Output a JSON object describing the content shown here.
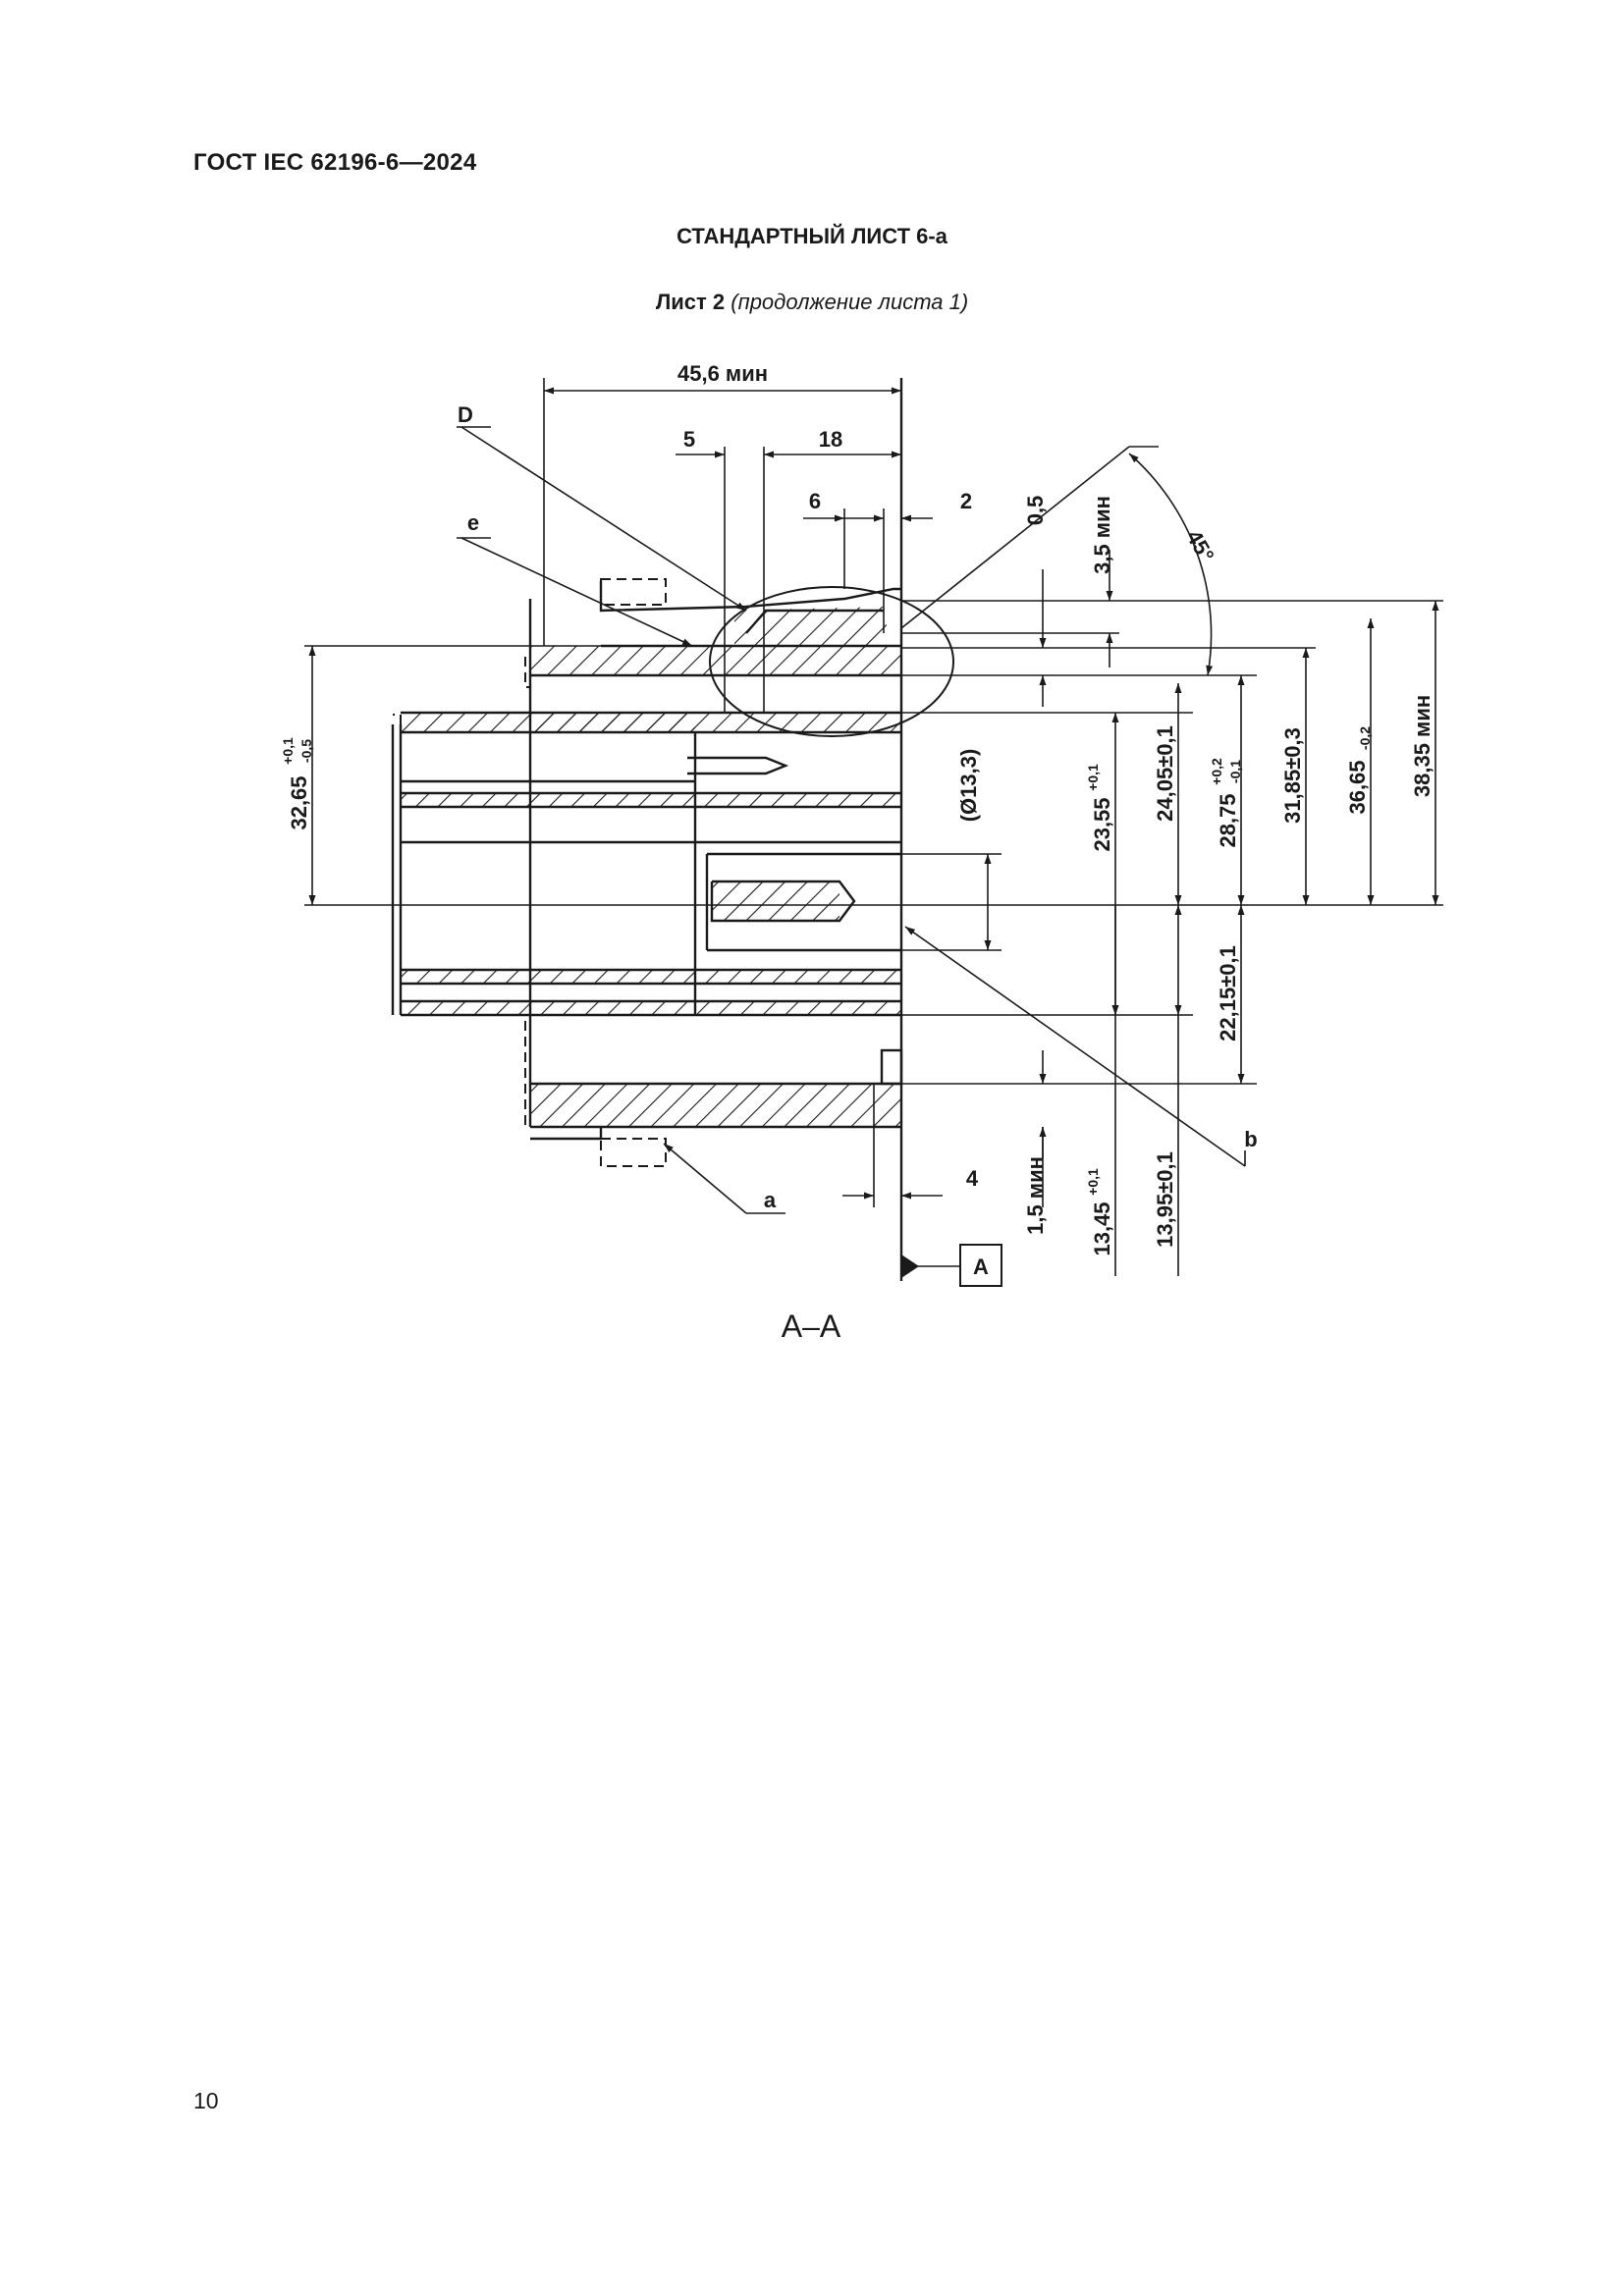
{
  "header": {
    "document_id": "ГОСТ IEC 62196-6—2024",
    "sheet_title": "СТАНДАРТНЫЙ ЛИСТ 6-а",
    "sheet_number": "Лист 2",
    "sheet_note": "(продолжение листа 1)"
  },
  "drawing": {
    "dims": {
      "d45_6": "45,6 мин",
      "d5": "5",
      "d18": "18",
      "d6": "6",
      "d2": "2",
      "d0_5": "0,5",
      "d3_5": "3,5 мин",
      "d45deg": "45°",
      "d32_65_base": "32,65",
      "d32_65_up": "+0,1",
      "d32_65_lo": "-0,5",
      "d13_3": "(Ø13,3)",
      "d23_55_base": "23,55",
      "d23_55_up": "+0,1",
      "d24_05": "24,05±0,1",
      "d28_75_base": "28,75",
      "d28_75_up": "+0,2",
      "d28_75_lo": "-0,1",
      "d31_85": "31,85±0,3",
      "d36_65_base": "36,65",
      "d36_65_lo": "-0,2",
      "d38_35": "38,35 мин",
      "d22_15": "22,15±0,1",
      "d4": "4",
      "d1_5": "1,5 мин",
      "d13_45_base": "13,45",
      "d13_45_up": "+0,1",
      "d13_95": "13,95±0,1"
    },
    "labels": {
      "D": "D",
      "e": "e",
      "a": "a",
      "b": "b",
      "datum": "A",
      "section": "A–A"
    }
  },
  "footer": {
    "page_number": "10"
  }
}
